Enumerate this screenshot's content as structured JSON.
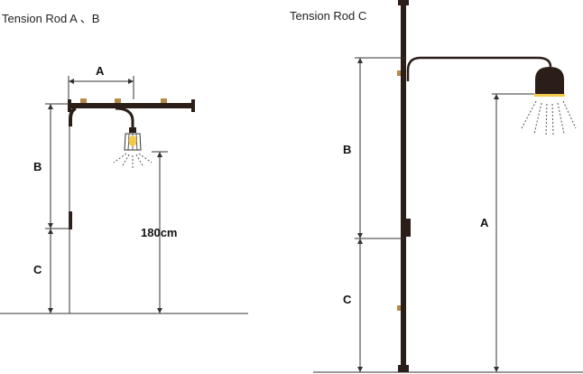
{
  "left_figure": {
    "title": "Tension Rod A 、B",
    "dim_a": "A",
    "dim_b": "B",
    "dim_c": "C",
    "dim_height": "180cm"
  },
  "right_figure": {
    "title": "Tension Rod C",
    "dim_a": "A",
    "dim_b": "B",
    "dim_c": "C"
  },
  "colors": {
    "rod": "#2b1d18",
    "wood_accent": "#b88a4a",
    "bulb": "#f2c94c",
    "line": "#333333"
  },
  "icons": [
    "pendant-cage-lamp-icon",
    "dome-lamp-icon",
    "light-rays-icon"
  ]
}
